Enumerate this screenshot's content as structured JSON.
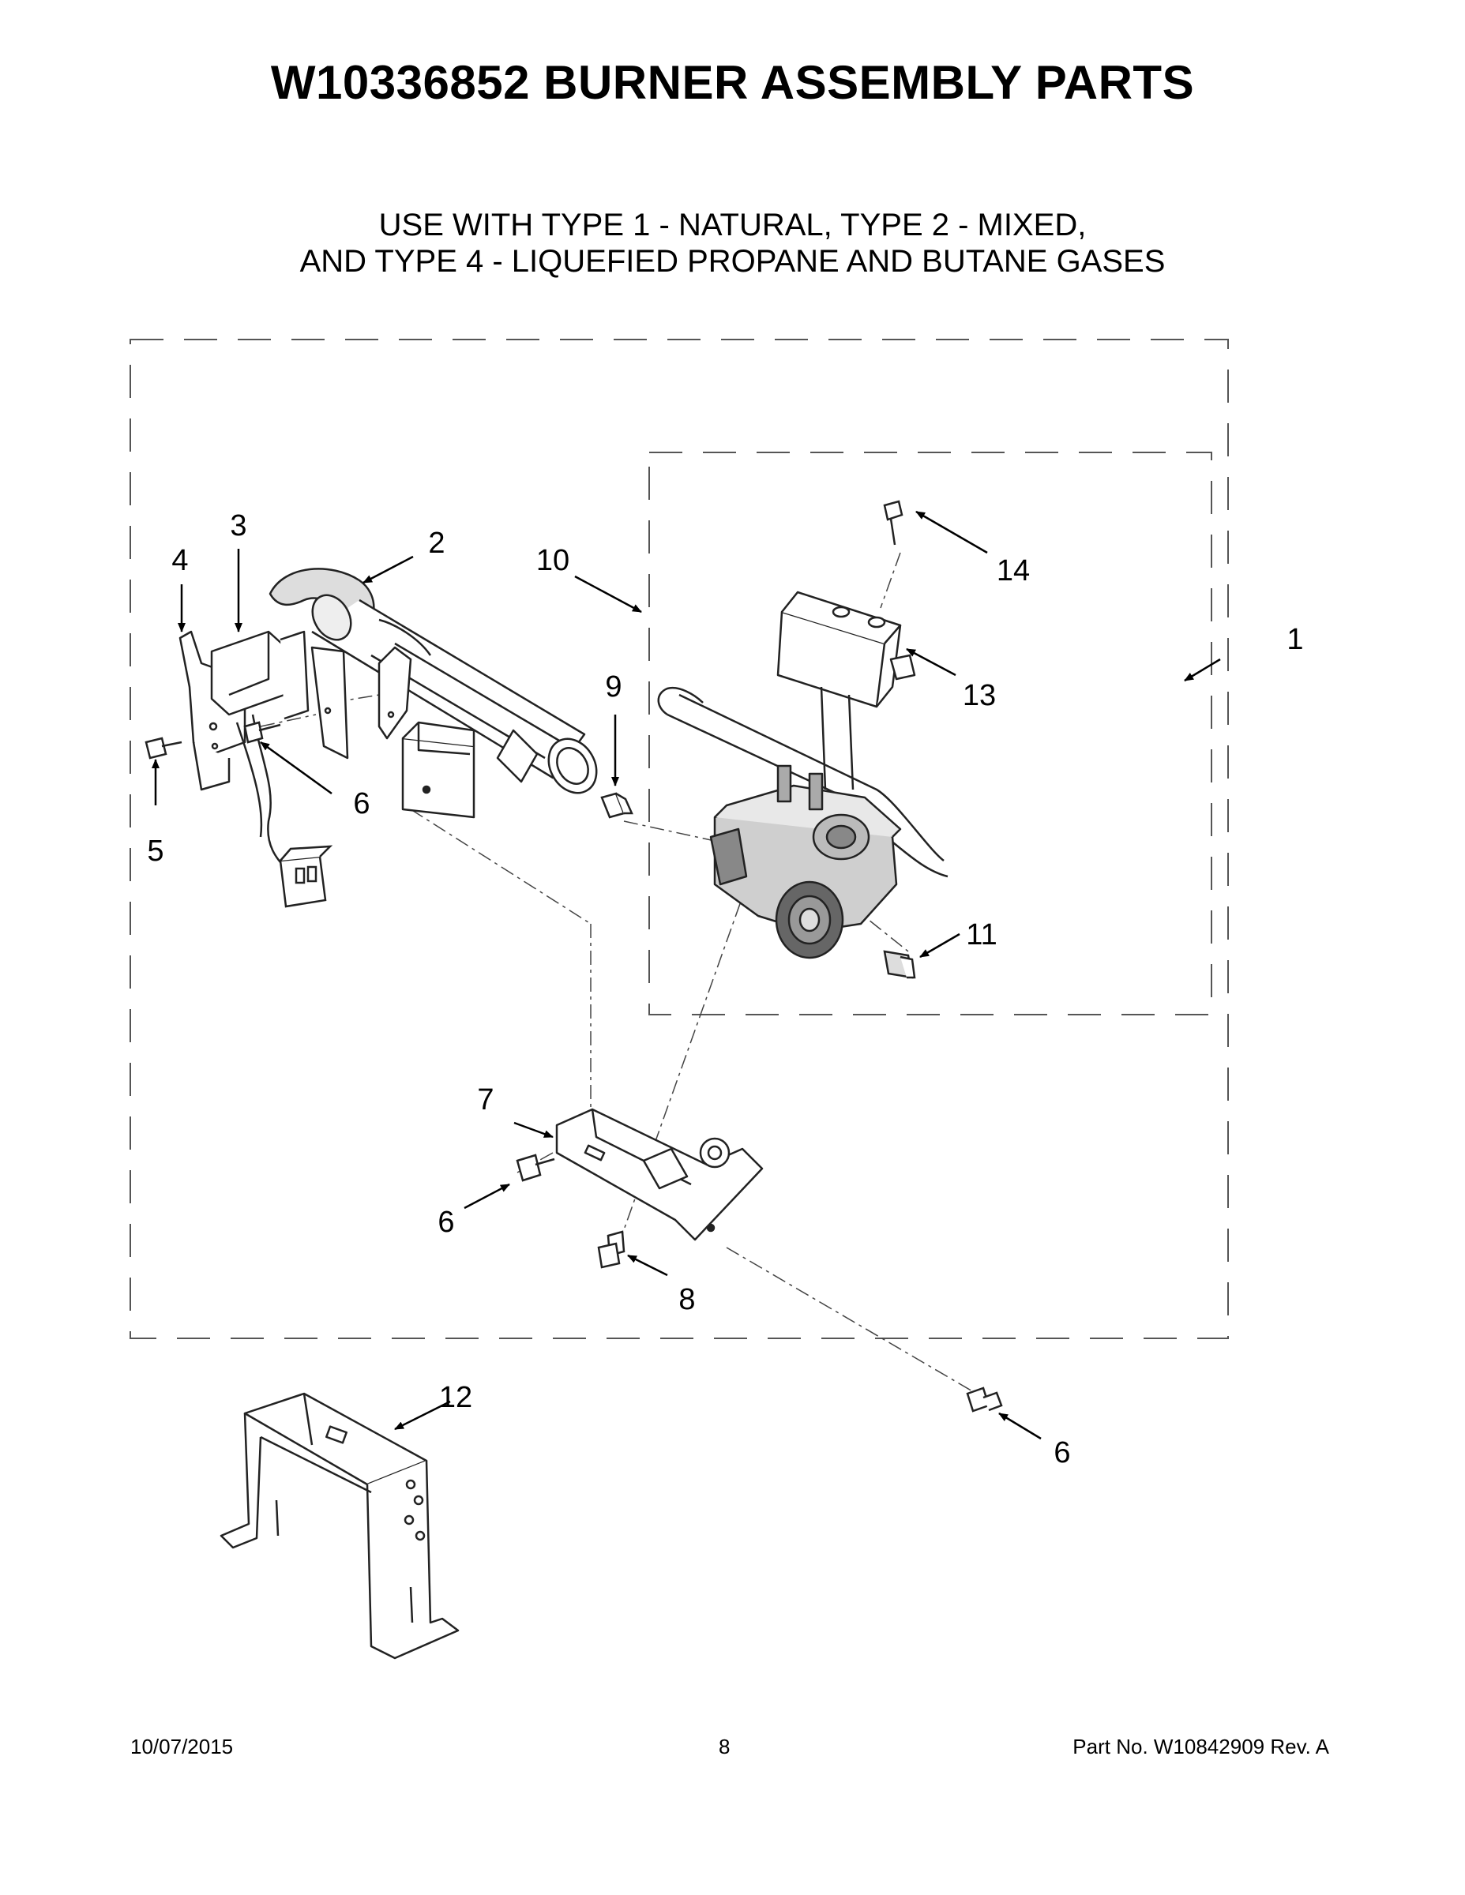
{
  "header": {
    "title": "W10336852 BURNER ASSEMBLY PARTS",
    "subtitle_lines": [
      "USE WITH TYPE 1 - NATURAL, TYPE 2 - MIXED,",
      "AND TYPE 4 - LIQUEFIED PROPANE AND BUTANE GASES"
    ]
  },
  "callouts": {
    "c1": "1",
    "c2": "2",
    "c3": "3",
    "c4": "4",
    "c5": "5",
    "c6a": "6",
    "c6b": "6",
    "c6c": "6",
    "c7": "7",
    "c8": "8",
    "c9": "9",
    "c10": "10",
    "c11": "11",
    "c12": "12",
    "c13": "13",
    "c14": "14"
  },
  "footer": {
    "date": "10/07/2015",
    "page": "8",
    "part_number": "Part No.  W10842909  Rev.  A"
  }
}
